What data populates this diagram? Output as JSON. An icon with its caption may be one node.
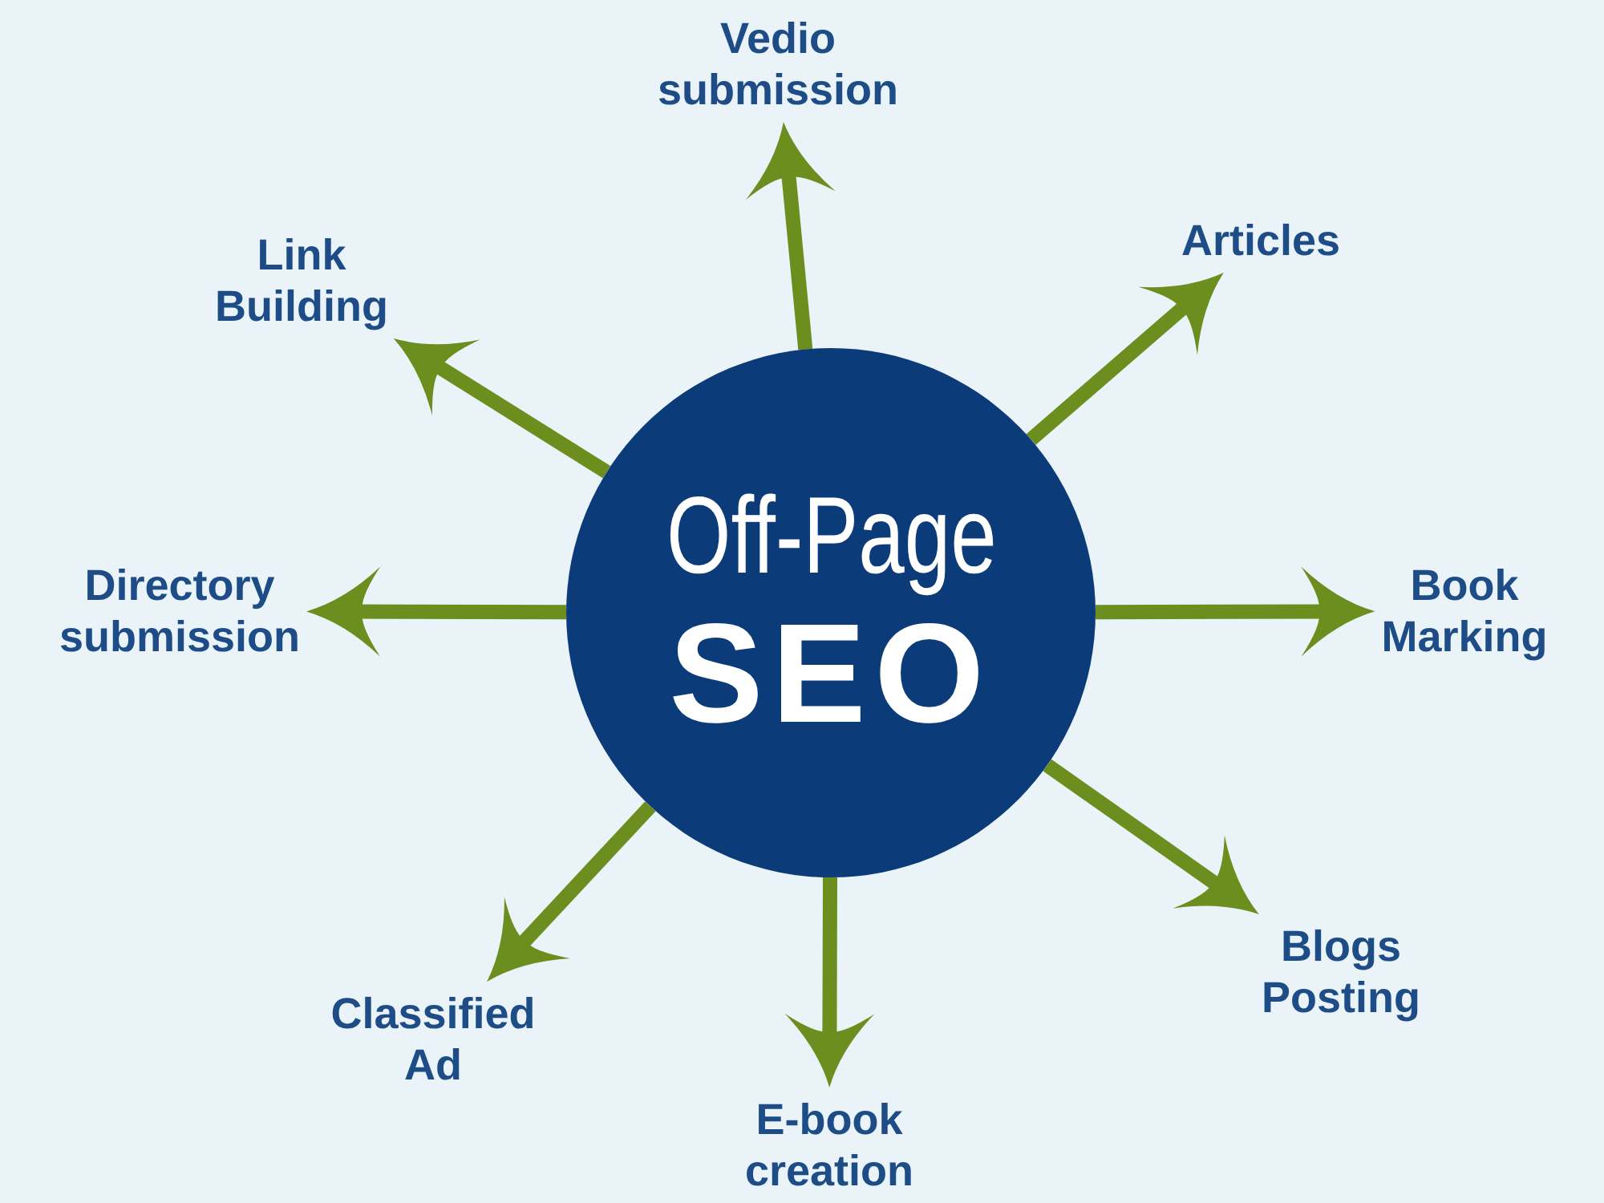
{
  "diagram": {
    "nodes": [
      {
        "text": [
          "Off-Page",
          "SEO"
        ]
      },
      {
        "text": [
          "Vedio submission"
        ]
      },
      {
        "text": [
          "Articles"
        ]
      },
      {
        "text": [
          "Book Marking"
        ]
      },
      {
        "text": [
          "Blogs Posting"
        ]
      },
      {
        "text": [
          "E-book creation"
        ]
      },
      {
        "text": [
          "Classified Ad"
        ]
      },
      {
        "text": [
          "Directory submission"
        ]
      },
      {
        "text": [
          "Link Building"
        ]
      }
    ],
    "edges": [
      {
        "from": 0,
        "to": 1,
        "arrow": "to"
      },
      {
        "from": 0,
        "to": 2,
        "arrow": "to"
      },
      {
        "from": 0,
        "to": 3,
        "arrow": "to"
      },
      {
        "from": 0,
        "to": 4,
        "arrow": "to"
      },
      {
        "from": 0,
        "to": 5,
        "arrow": "to"
      },
      {
        "from": 0,
        "to": 6,
        "arrow": "to"
      },
      {
        "from": 0,
        "to": 7,
        "arrow": "to"
      },
      {
        "from": 0,
        "to": 8,
        "arrow": "to"
      }
    ]
  }
}
